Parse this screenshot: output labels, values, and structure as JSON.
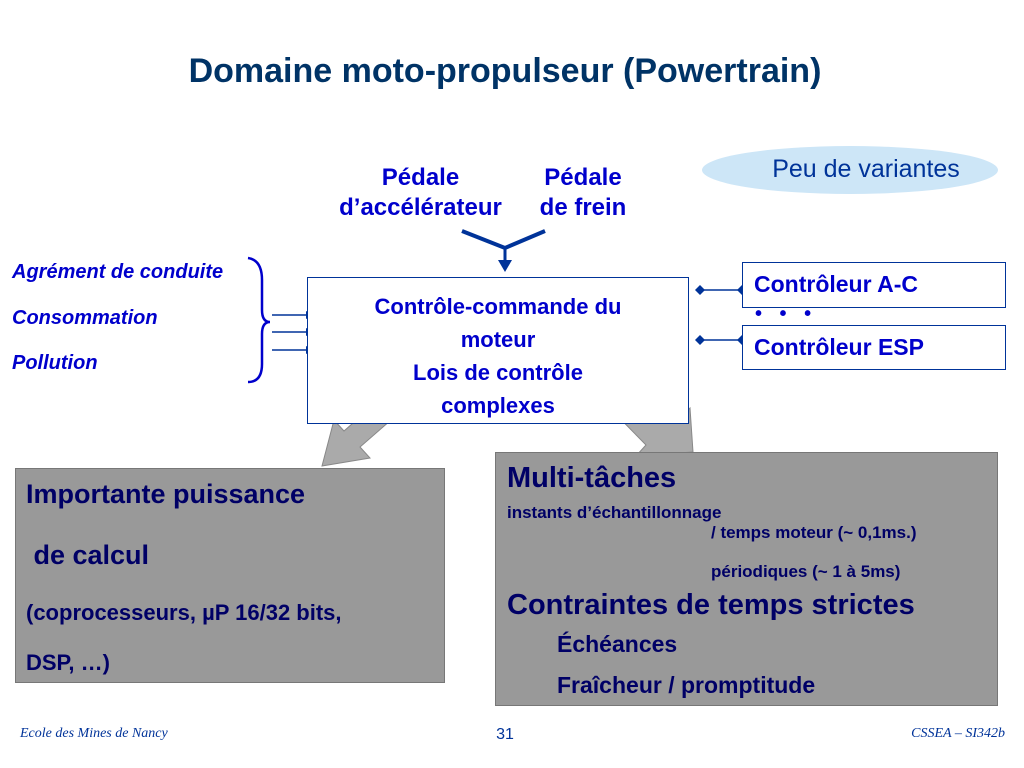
{
  "slide": {
    "title": "Domaine moto-propulseur (Powertrain)",
    "badge": "Peu de variantes",
    "pedals": {
      "accelerator": [
        "Pédale",
        "d’accélérateur"
      ],
      "brake": [
        "Pédale",
        "de frein"
      ]
    },
    "left_inputs": [
      "Agrément de conduite",
      "Consommation",
      "Pollution"
    ],
    "engine_box": [
      "Contrôle-commande du",
      "moteur",
      "Lois de contrôle",
      "complexes"
    ],
    "controllers": {
      "ac": "Contrôleur A-C",
      "dots": "• • •",
      "esp": "Contrôleur ESP"
    },
    "left_box": {
      "line1": "Importante puissance",
      "line2": " de calcul",
      "line3": "(coprocesseurs, µP 16/32 bits,",
      "line4": "DSP, …)"
    },
    "right_box": {
      "heading1": "Multi-tâches",
      "sub1": "instants d’échantillonnage",
      "sub2": "/ temps moteur (~ 0,1ms.)",
      "sub3": "périodiques (~ 1 à 5ms)",
      "heading2": "Contraintes de temps strictes",
      "item1": "Échéances",
      "item2": "Fraîcheur / promptitude"
    },
    "footer": {
      "left": "Ecole des Mines de Nancy",
      "page": "31",
      "right": "CSSEA – SI342b"
    }
  },
  "colors": {
    "title": "#003366",
    "accent_blue": "#0000cc",
    "badge_bg": "#cde6f7",
    "grey_box": "#999999",
    "arrow_grey": "#aaaaaa"
  }
}
